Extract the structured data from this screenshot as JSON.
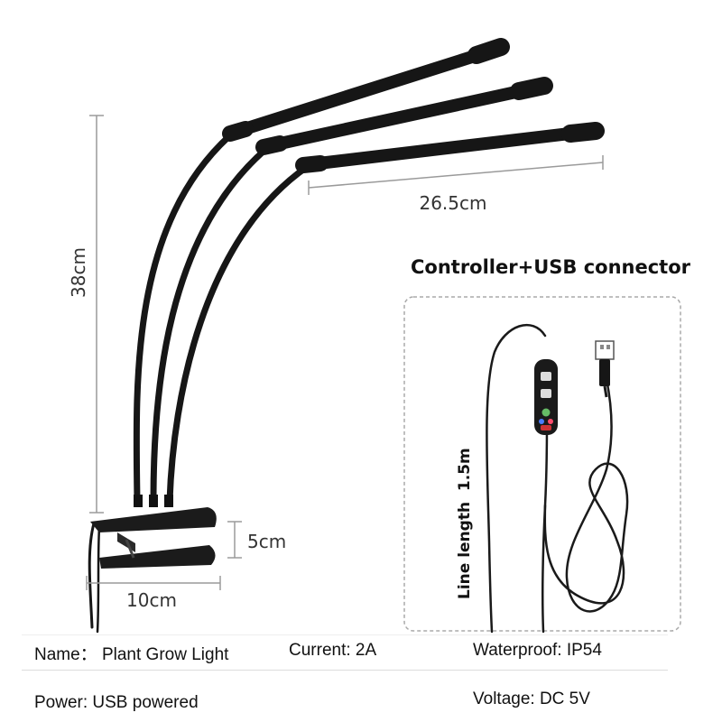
{
  "dimensions": {
    "height": "38cm",
    "arm_length": "26.5cm",
    "clip_height": "5cm",
    "clip_width": "10cm"
  },
  "controller": {
    "title": "Controller+USB connector",
    "line_length": "Line length  1.5m"
  },
  "specs": {
    "name": "Name： Plant Grow Light",
    "current": "Current: 2A",
    "waterproof": "Waterproof: IP54",
    "power": "Power: USB powered",
    "voltage": "Voltage: DC 5V"
  },
  "colors": {
    "lamp": "#161616",
    "dimension_line": "#9a9a9a",
    "dashed_box": "#aaaaaa"
  }
}
